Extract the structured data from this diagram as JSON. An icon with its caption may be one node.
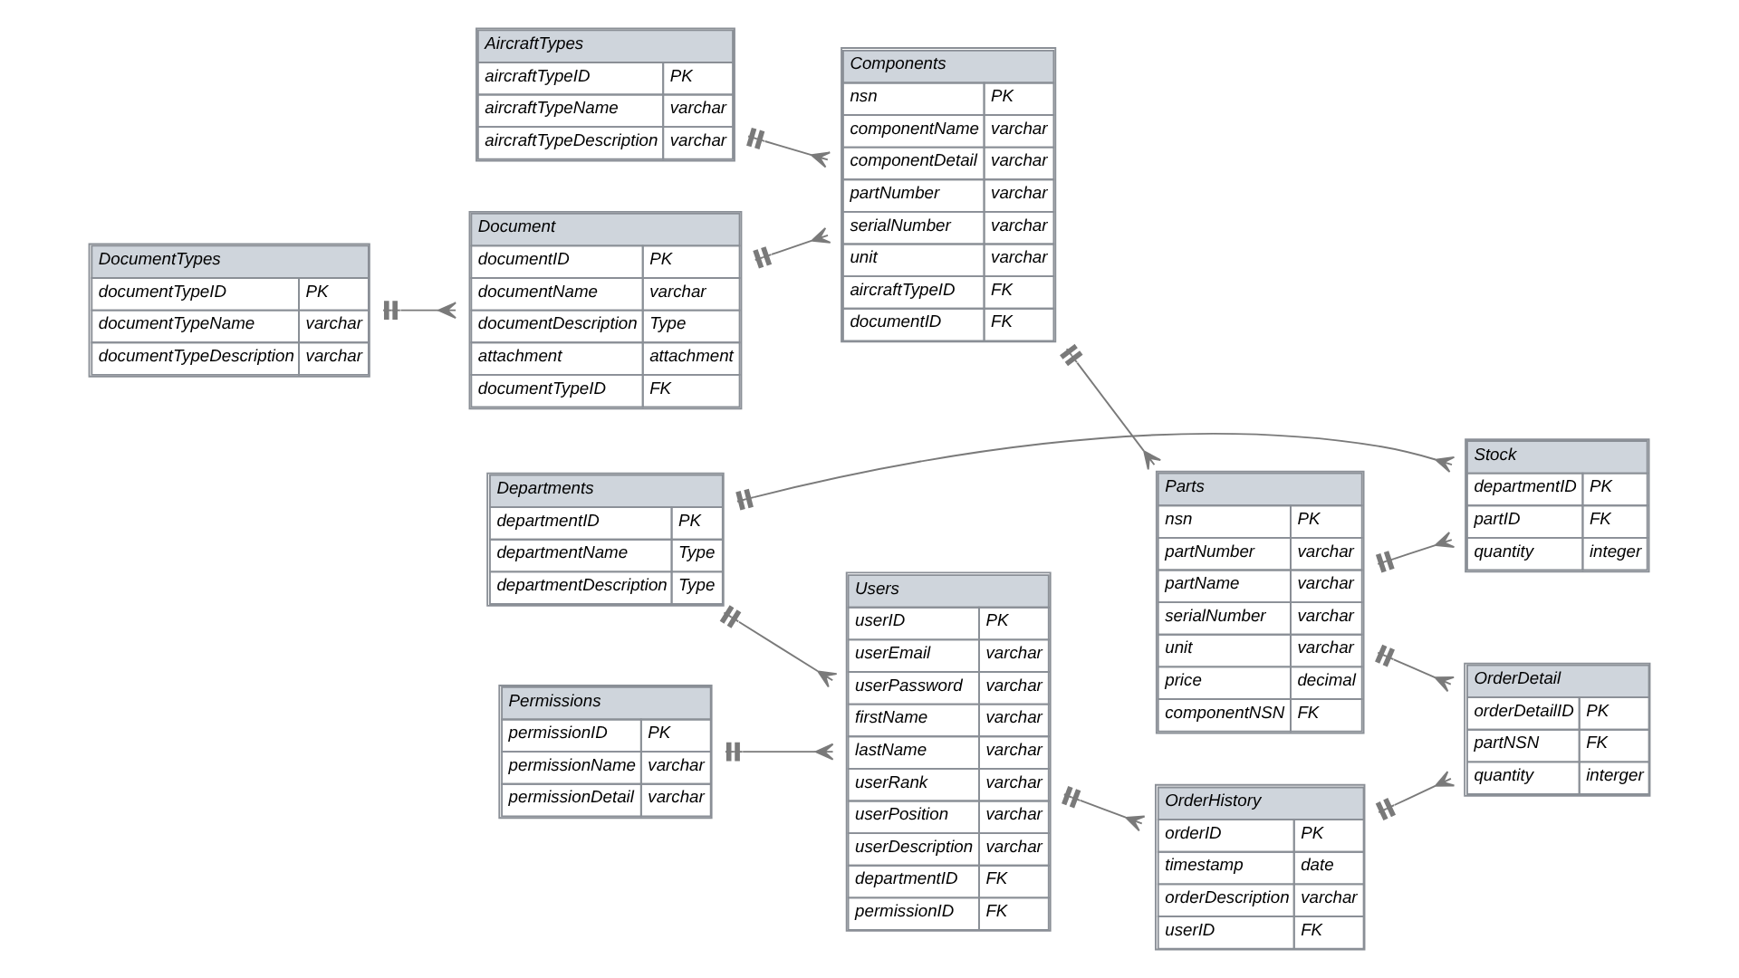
{
  "diagram": {
    "nodes": [
      {
        "text": [
          "Stock",
          "departmentID",
          "PK",
          "partID",
          "FK",
          "quantity",
          "integer"
        ]
      },
      {
        "text": [
          "Parts",
          "nsn",
          "PK",
          "partNumber",
          "varchar",
          "partName",
          "varchar",
          "serialNumber",
          "varchar",
          "unit",
          "varchar",
          "price",
          "decimal",
          "componentNSN",
          "FK"
        ]
      },
      {
        "text": [
          "OrderDetail",
          "orderDetailID",
          "PK",
          "partNSN",
          "FK",
          "quantity",
          "interger"
        ]
      },
      {
        "text": [
          "AircraftTypes",
          "aircraftTypeID",
          "PK",
          "aircraftTypeName",
          "varchar",
          "aircraftTypeDescription",
          "varchar"
        ]
      },
      {
        "text": [
          "Components",
          "nsn",
          "PK",
          "componentName",
          "varchar",
          "componentDetail",
          "varchar",
          "partNumber",
          "varchar",
          "serialNumber",
          "varchar",
          "unit",
          "varchar",
          "aircraftTypeID",
          "FK",
          "documentID",
          "FK"
        ]
      },
      {
        "text": [
          "Users",
          "userID",
          "PK",
          "userEmail",
          "varchar",
          "userPassword",
          "varchar",
          "firstName",
          "varchar",
          "lastName",
          "varchar",
          "userRank",
          "varchar",
          "userPosition",
          "varchar",
          "userDescription",
          "varchar",
          "departmentID",
          "FK",
          "permissionID",
          "FK"
        ]
      },
      {
        "text": [
          "OrderHistory",
          "orderID",
          "PK",
          "timestamp",
          "date",
          "orderDescription",
          "varchar",
          "userID",
          "FK"
        ]
      },
      {
        "text": [
          "Departments",
          "departmentID",
          "PK",
          "departmentName",
          "Type",
          "departmentDescription",
          "Type"
        ]
      },
      {
        "text": [
          "Permissions",
          "permissionID",
          "PK",
          "permissionName",
          "varchar",
          "permissionDetail",
          "varchar"
        ]
      },
      {
        "text": [
          "DocumentTypes",
          "documentTypeID",
          "PK",
          "documentTypeName",
          "varchar",
          "documentTypeDescription",
          "varchar"
        ]
      },
      {
        "text": [
          "Document",
          "documentID",
          "PK",
          "documentName",
          "varchar",
          "documentDescription",
          "Type",
          "attachment",
          "attachment",
          "documentTypeID",
          "FK"
        ]
      }
    ],
    "edges": [
      {
        "from": 3,
        "to": 4,
        "arrow": "other"
      },
      {
        "from": 4,
        "to": 1,
        "arrow": "other"
      },
      {
        "from": 1,
        "to": 0,
        "arrow": "other"
      },
      {
        "from": 1,
        "to": 2,
        "arrow": "other"
      },
      {
        "from": 6,
        "to": 2,
        "arrow": "other"
      },
      {
        "from": 5,
        "to": 6,
        "arrow": "other"
      },
      {
        "from": 7,
        "to": 0,
        "arrow": "other"
      },
      {
        "from": 7,
        "to": 5,
        "arrow": "other"
      },
      {
        "from": 8,
        "to": 5,
        "arrow": "other"
      },
      {
        "from": 10,
        "to": 4,
        "arrow": "other"
      },
      {
        "from": 9,
        "to": 10,
        "arrow": "other"
      }
    ]
  }
}
